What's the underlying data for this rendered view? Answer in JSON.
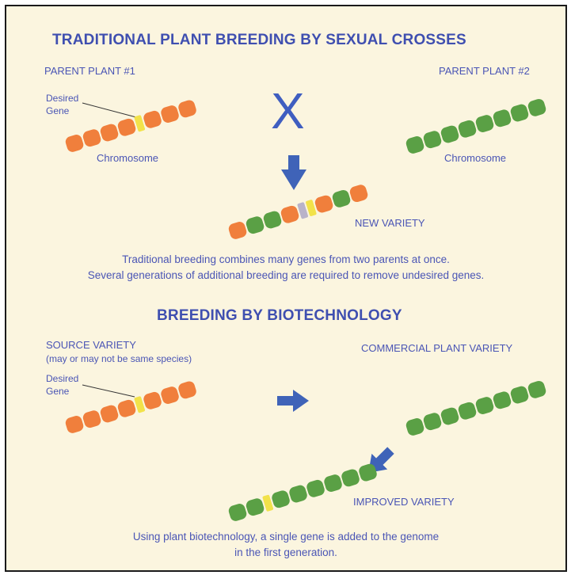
{
  "section1": {
    "title": "TRADITIONAL PLANT BREEDING BY SEXUAL CROSSES",
    "parent1_label": "PARENT PLANT #1",
    "parent2_label": "PARENT PLANT #2",
    "desired_gene_label": "Desired\nGene",
    "chromosome_label_1": "Chromosome",
    "chromosome_label_2": "Chromosome",
    "cross_symbol": "X",
    "new_variety_label": "NEW VARIETY",
    "caption_line1": "Traditional breeding combines many genes from two parents at once.",
    "caption_line2": "Several generations of additional breeding are required to remove undesired genes."
  },
  "section2": {
    "title": "BREEDING BY BIOTECHNOLOGY",
    "source_label": "SOURCE VARIETY",
    "source_sublabel": "(may or may not be same species)",
    "desired_gene_label": "Desired\nGene",
    "commercial_label": "COMMERCIAL PLANT VARIETY",
    "improved_label": "IMPROVED VARIETY",
    "caption_line1": "Using plant biotechnology, a single gene is added to the genome",
    "caption_line2": "in the first generation."
  },
  "colors": {
    "background": "#fbf5df",
    "text": "#4a55b5",
    "orange_gene": "#f07f3c",
    "green_gene": "#5aa045",
    "desired_gene": "#f2e24a",
    "grey_gene": "#b9b3c9",
    "arrow": "#3f63b8"
  }
}
